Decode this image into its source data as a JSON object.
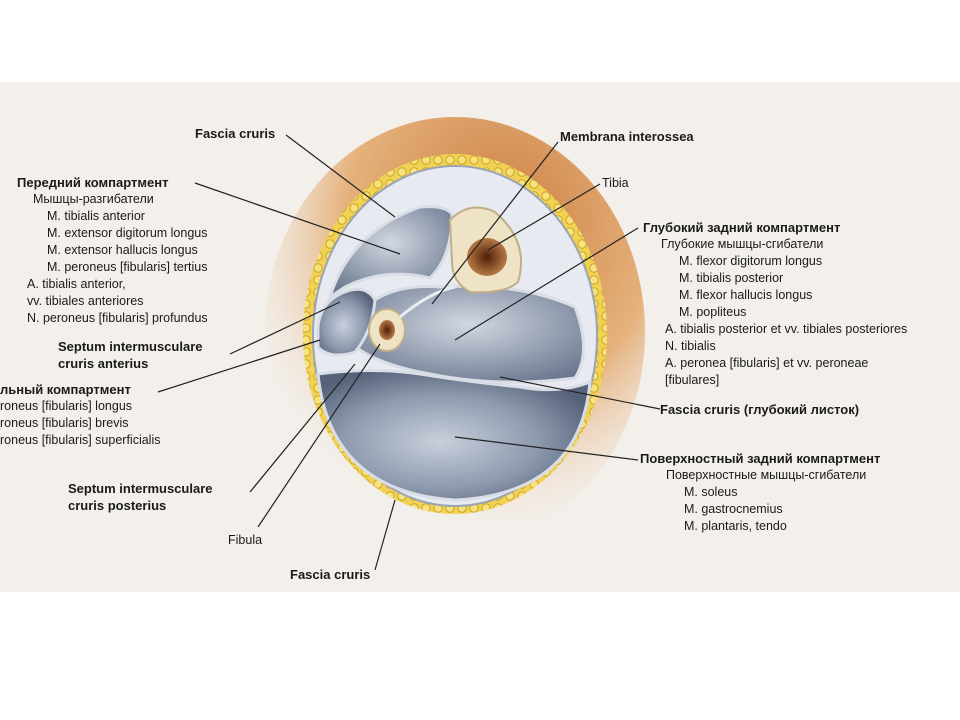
{
  "colors": {
    "fat": "#e9c640",
    "skin": "#d4914a",
    "muscle": "#6d7c96",
    "muscle_light": "#b7c0d0",
    "bone": "#efe3c6",
    "marrow": "#7a3a16",
    "fascia": "#d9dde6",
    "background": "#f3f0ec"
  },
  "labels": {
    "fascia_top": "Fascia cruris",
    "membrana": "Membrana interossea",
    "tibia": "Tibia",
    "septum_anterius": [
      "Septum intermusculare",
      "cruris anterius"
    ],
    "septum_posterius": [
      "Septum intermusculare",
      "cruris posterius"
    ],
    "fibula": "Fibula",
    "fascia_bottom": "Fascia cruris",
    "fascia_deep": "Fascia cruris (глубокий листок)"
  },
  "anterior": {
    "title": "Передний компартмент",
    "items": [
      "Мышцы-разгибатели",
      "M. tibialis anterior",
      "M. extensor digitorum longus",
      "M. extensor hallucis longus",
      "M. peroneus [fibularis] tertius",
      "A. tibialis anterior,",
      "vv. tibiales anteriores",
      "N. peroneus [fibularis] profundus"
    ]
  },
  "lateral": {
    "title": "льный компартмент",
    "items": [
      "roneus [fibularis] longus",
      "roneus [fibularis] brevis",
      "roneus [fibularis] superficialis"
    ]
  },
  "deep_posterior": {
    "title": "Глубокий задний компартмент",
    "items": [
      "Глубокие мышцы-сгибатели",
      "M. flexor digitorum longus",
      "M. tibialis posterior",
      "M. flexor hallucis longus",
      "M. popliteus",
      "A. tibialis posterior et vv. tibiales posteriores",
      "N. tibialis",
      "A. peronea [fibularis] et vv. peroneae",
      "[fibulares]"
    ]
  },
  "superficial_posterior": {
    "title": "Поверхностный задний компартмент",
    "items": [
      "Поверхностные мышцы-сгибатели",
      "M. soleus",
      "M. gastrocnemius",
      "M. plantaris, tendo"
    ]
  }
}
